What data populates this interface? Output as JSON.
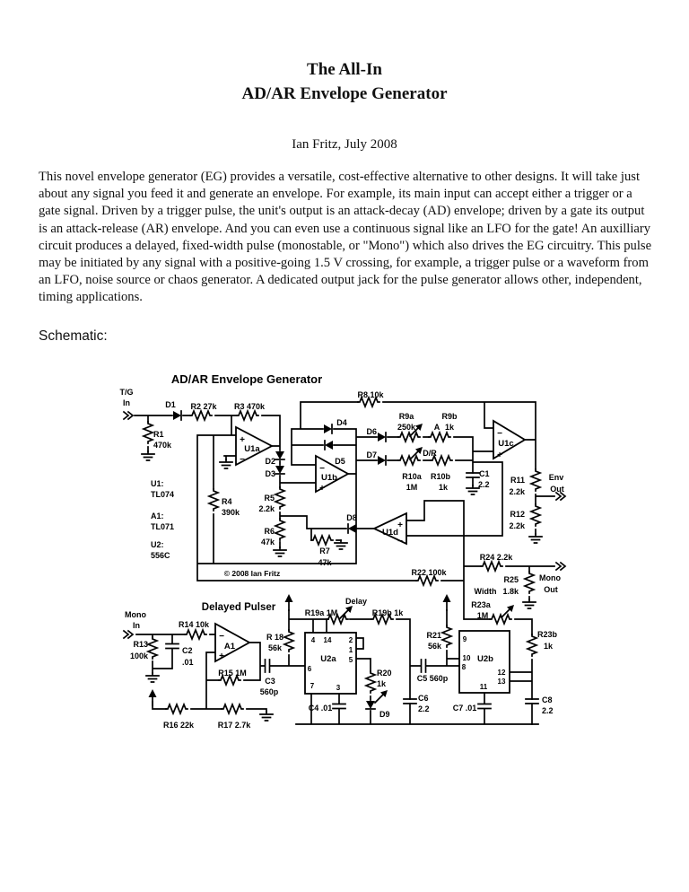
{
  "page": {
    "title_line1": "The All-In",
    "title_line2": "AD/AR Envelope Generator",
    "byline": "Ian Fritz, July 2008",
    "paragraph": "This novel envelope generator (EG) provides a versatile, cost-effective alternative to other designs.  It will take just about any signal you feed it and generate an envelope.  For example, its main input can accept either a trigger or a  gate signal.  Driven by a trigger pulse, the unit's output is an attack-decay (AD) envelope; driven by a gate its output is an attack-release (AR) envelope.  And you can even use a continuous signal like an LFO for the gate!  An auxilliary circuit produces a delayed, fixed-width pulse (monostable, or \"Mono\") which also drives the EG circuitry.  This pulse may be initiated by any signal with a positive-going 1.5 V crossing, for example, a trigger pulse or a waveform from an LFO, noise source or chaos generator.  A dedicated output jack for the pulse generator allows other, independent, timing applications.",
    "schematic_heading": "Schematic:"
  },
  "schematic": {
    "title": "AD/AR Envelope Generator",
    "pulser_title": "Delayed Pulser",
    "copyright": "© 2008 Ian Fritz",
    "sym": {
      "plus": "+",
      "minus": "−"
    },
    "notes": {
      "u1a": "U1:",
      "u1b": "TL074",
      "a1a": "A1:",
      "a1b": "TL071",
      "u2a": "U2:",
      "u2b": "556C"
    },
    "labels": {
      "tg1": "T/G",
      "tg2": "In",
      "d1": "D1",
      "r2": "R2 27k",
      "r3": "R3 470k",
      "r1a": "R1",
      "r1b": "470k",
      "u1a": "U1a",
      "u1b": "U1b",
      "u1c": "U1c",
      "u1d": "U1d",
      "a1": "A1",
      "d2": "D2",
      "d3": "D3",
      "d4": "D4",
      "d5": "D5",
      "d6": "D6",
      "d7": "D7",
      "d8": "D8",
      "r8": "R8 10k",
      "r9a1": "R9a",
      "r9a2": "250k",
      "a": "A",
      "r9b1": "R9b",
      "r9b2": "1k",
      "dr": "D/R",
      "r10a1": "R10a",
      "r10a2": "1M",
      "r10b1": "R10b",
      "r10b2": "1k",
      "c1a": "C1",
      "c1b": "2.2",
      "r11a": "R11",
      "r11b": "2.2k",
      "env1": "Env",
      "env2": "Out",
      "r12a": "R12",
      "r12b": "2.2k",
      "r4a": "R4",
      "r4b": "390k",
      "r5a": "R5",
      "r5b": "2.2k",
      "r6a": "R6",
      "r6b": "47k",
      "r7a": "R7",
      "r7b": "47k",
      "r22": "R22 100k",
      "r24": "R24 2.2k",
      "r25a": "R25",
      "r25b": "1.8k",
      "width": "Width",
      "mono_out1": "Mono",
      "mono_out2": "Out",
      "r23a1": "R23a",
      "r23a2": "1M",
      "r23b1": "R23b",
      "r23b2": "1k",
      "mono_in1": "Mono",
      "mono_in2": "In",
      "r14": "R14 10k",
      "r13a": "R13",
      "r13b": "100k",
      "c2a": "C2",
      "c2b": ".01",
      "r15": "R15 1M",
      "r18a": "R 18",
      "r18b": "56k",
      "c3a": "C3",
      "c3b": "560p",
      "r16": "R16 22k",
      "r17": "R17 2.7k",
      "delay": "Delay",
      "r19a": "R19a 1M",
      "r19b": "R19b 1k",
      "u2achip": "U2a",
      "u2bchip": "U2b",
      "r20a": "R20",
      "r20b": "1k",
      "d9": "D9",
      "c4": "C4 .01",
      "c5": "C5 560p",
      "c6a": "C6",
      "c6b": "2.2",
      "r21a": "R21",
      "r21b": "56k",
      "c7": "C7 .01",
      "c8a": "C8",
      "c8b": "2.2"
    },
    "pins": {
      "u2a": [
        "4",
        "14",
        "2",
        "1",
        "5",
        "6",
        "7",
        "3"
      ],
      "u2b": [
        "9",
        "10",
        "8",
        "12",
        "13",
        "11"
      ]
    }
  }
}
